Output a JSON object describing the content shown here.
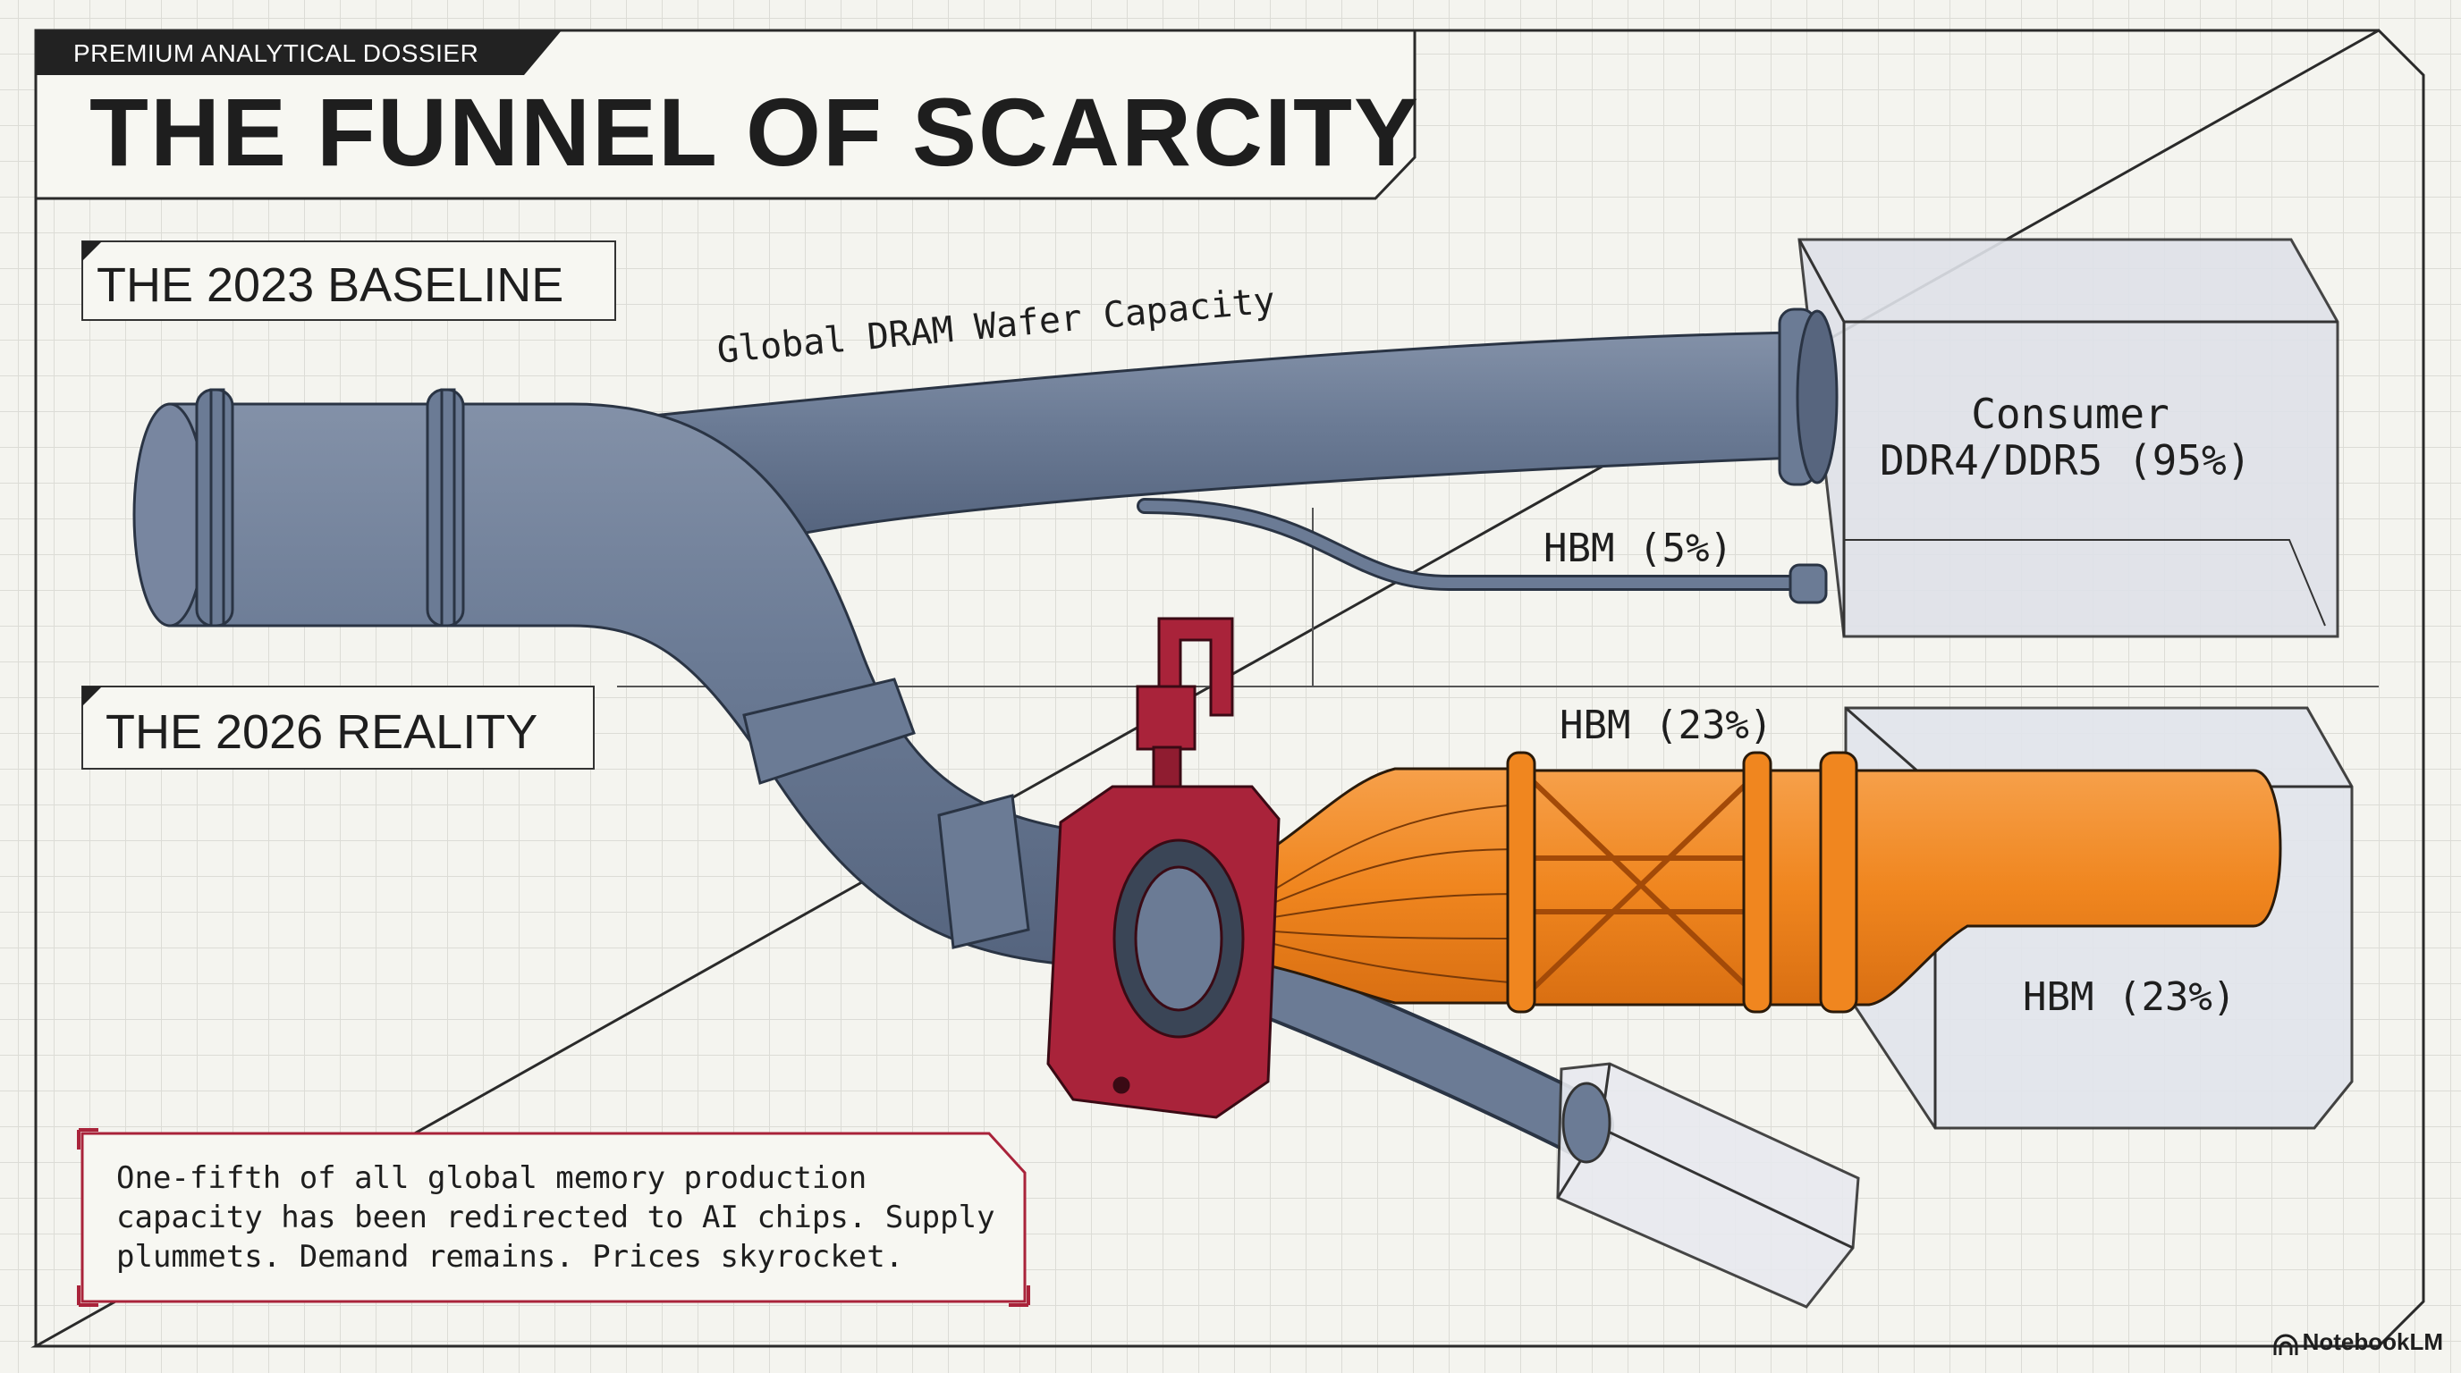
{
  "header": {
    "kicker": "PREMIUM ANALYTICAL DOSSIER",
    "title": "THE FUNNEL OF SCARCITY"
  },
  "sections": {
    "baseline": "THE 2023 BASELINE",
    "reality": "THE 2026 REALITY"
  },
  "labels": {
    "main_pipe": "Global DRAM Wafer Capacity",
    "consumer_line1": "Consumer",
    "consumer_line2": "DDR4/DDR5 (95%)",
    "hbm_2023": "HBM (5%)",
    "hbm_2026_top": "HBM (23%)",
    "hbm_2026_box": "HBM (23%)"
  },
  "caption": "One-fifth of all global memory production capacity has been redirected to AI chips. Supply plummets. Demand remains. Prices skyrocket.",
  "footer": {
    "brand": "NotebookLM"
  },
  "colors": {
    "pipe_blue": "#6b7b95",
    "hbm_orange": "#f0861f",
    "valve_red": "#a9233a",
    "ink": "#1e1e1e",
    "background": "#f4f4ef"
  }
}
